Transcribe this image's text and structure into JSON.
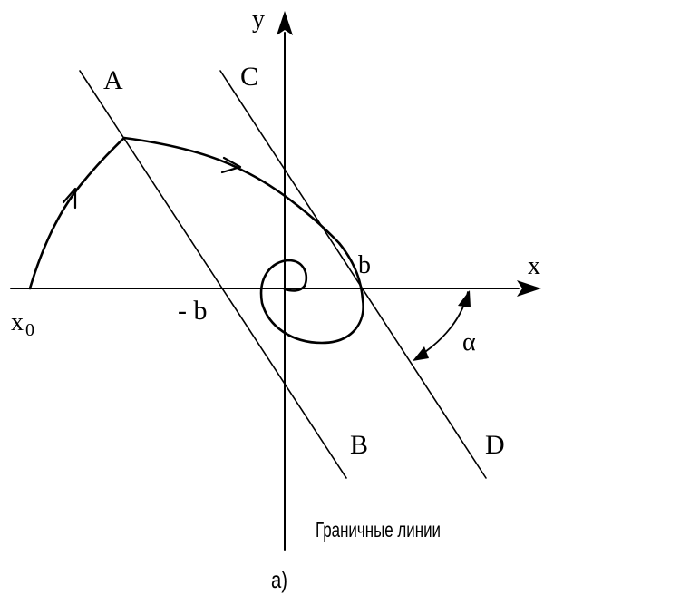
{
  "axes": {
    "x_label": "x",
    "y_label": "y"
  },
  "points": {
    "x0": {
      "main": "x",
      "sub": "0"
    },
    "b": "b",
    "minus_b": "- b",
    "angle": "α"
  },
  "boundary_lines": {
    "A": "A",
    "B": "B",
    "C": "C",
    "D": "D"
  },
  "caption": "Граничные линии",
  "figure_label": "а)"
}
